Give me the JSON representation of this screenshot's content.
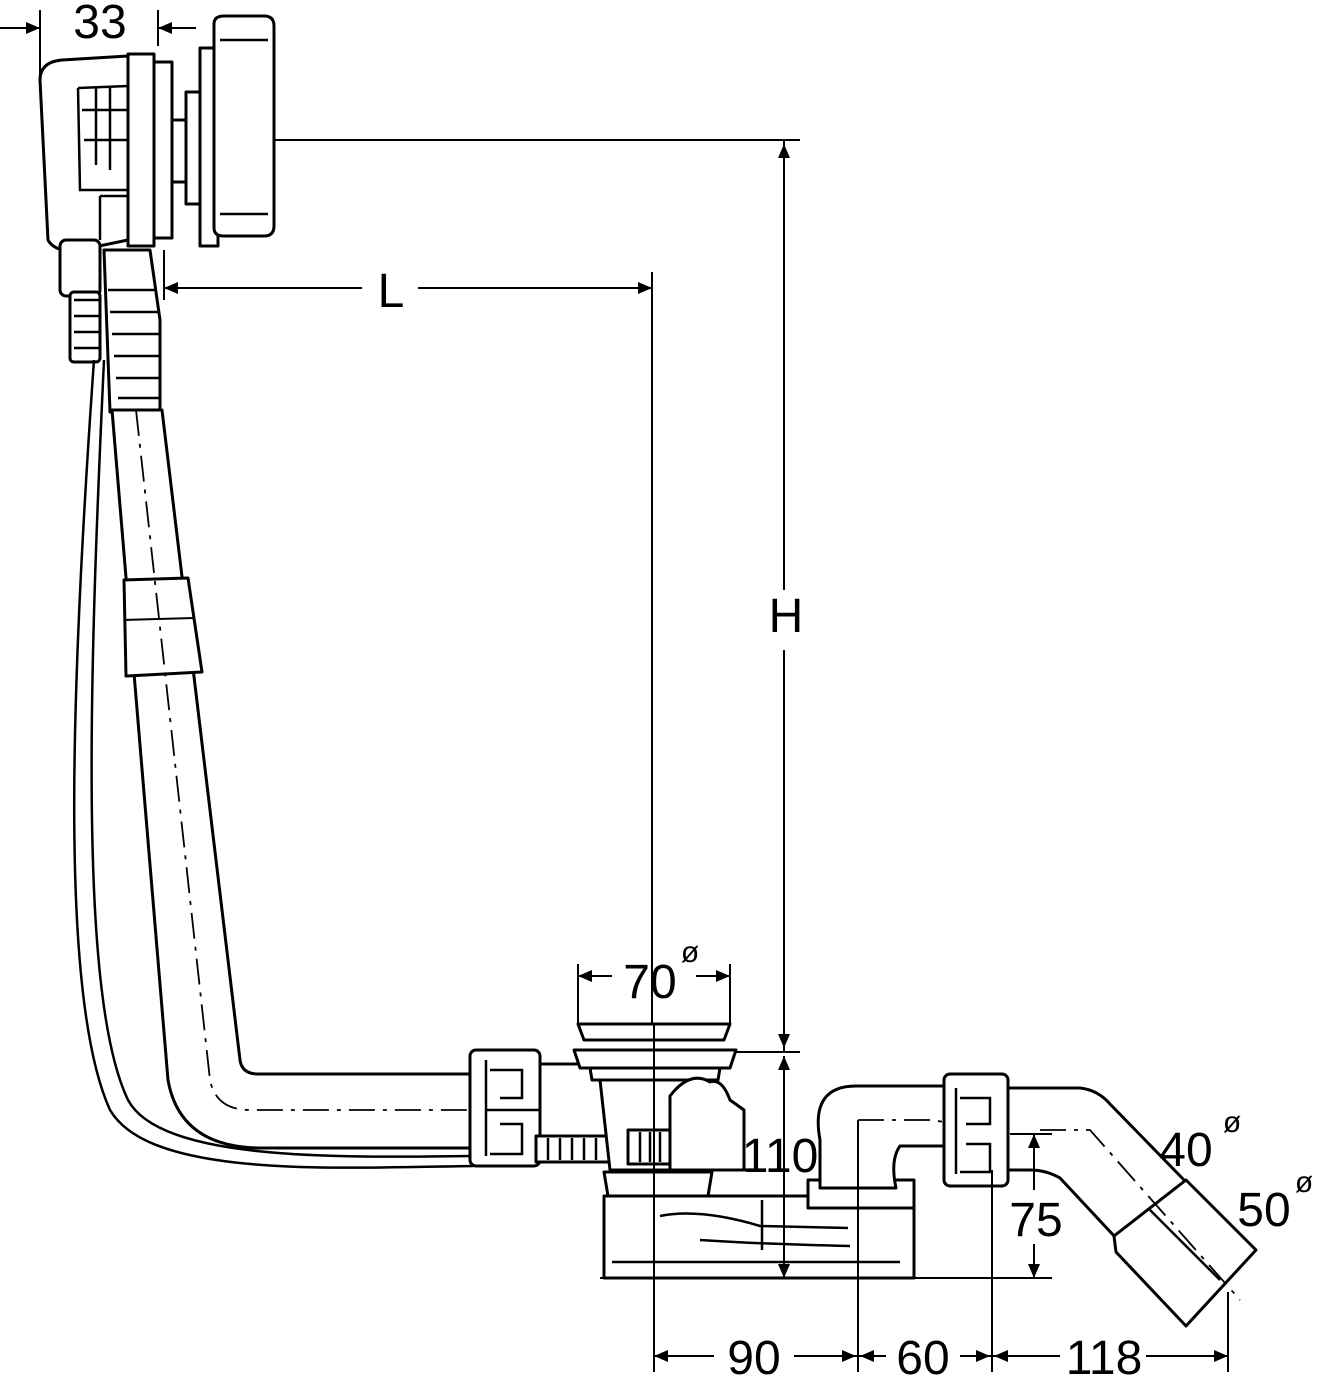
{
  "dimensions": {
    "overflow_offset": "33",
    "length": "L",
    "height": "H",
    "outlet_diameter": "70",
    "waste_height": "110",
    "trap_height": "75",
    "pipe_diameter_inner": "40",
    "pipe_diameter_outer": "50",
    "spacing_a": "90",
    "spacing_b": "60",
    "spacing_c": "118",
    "diameter_symbol": "ø"
  }
}
